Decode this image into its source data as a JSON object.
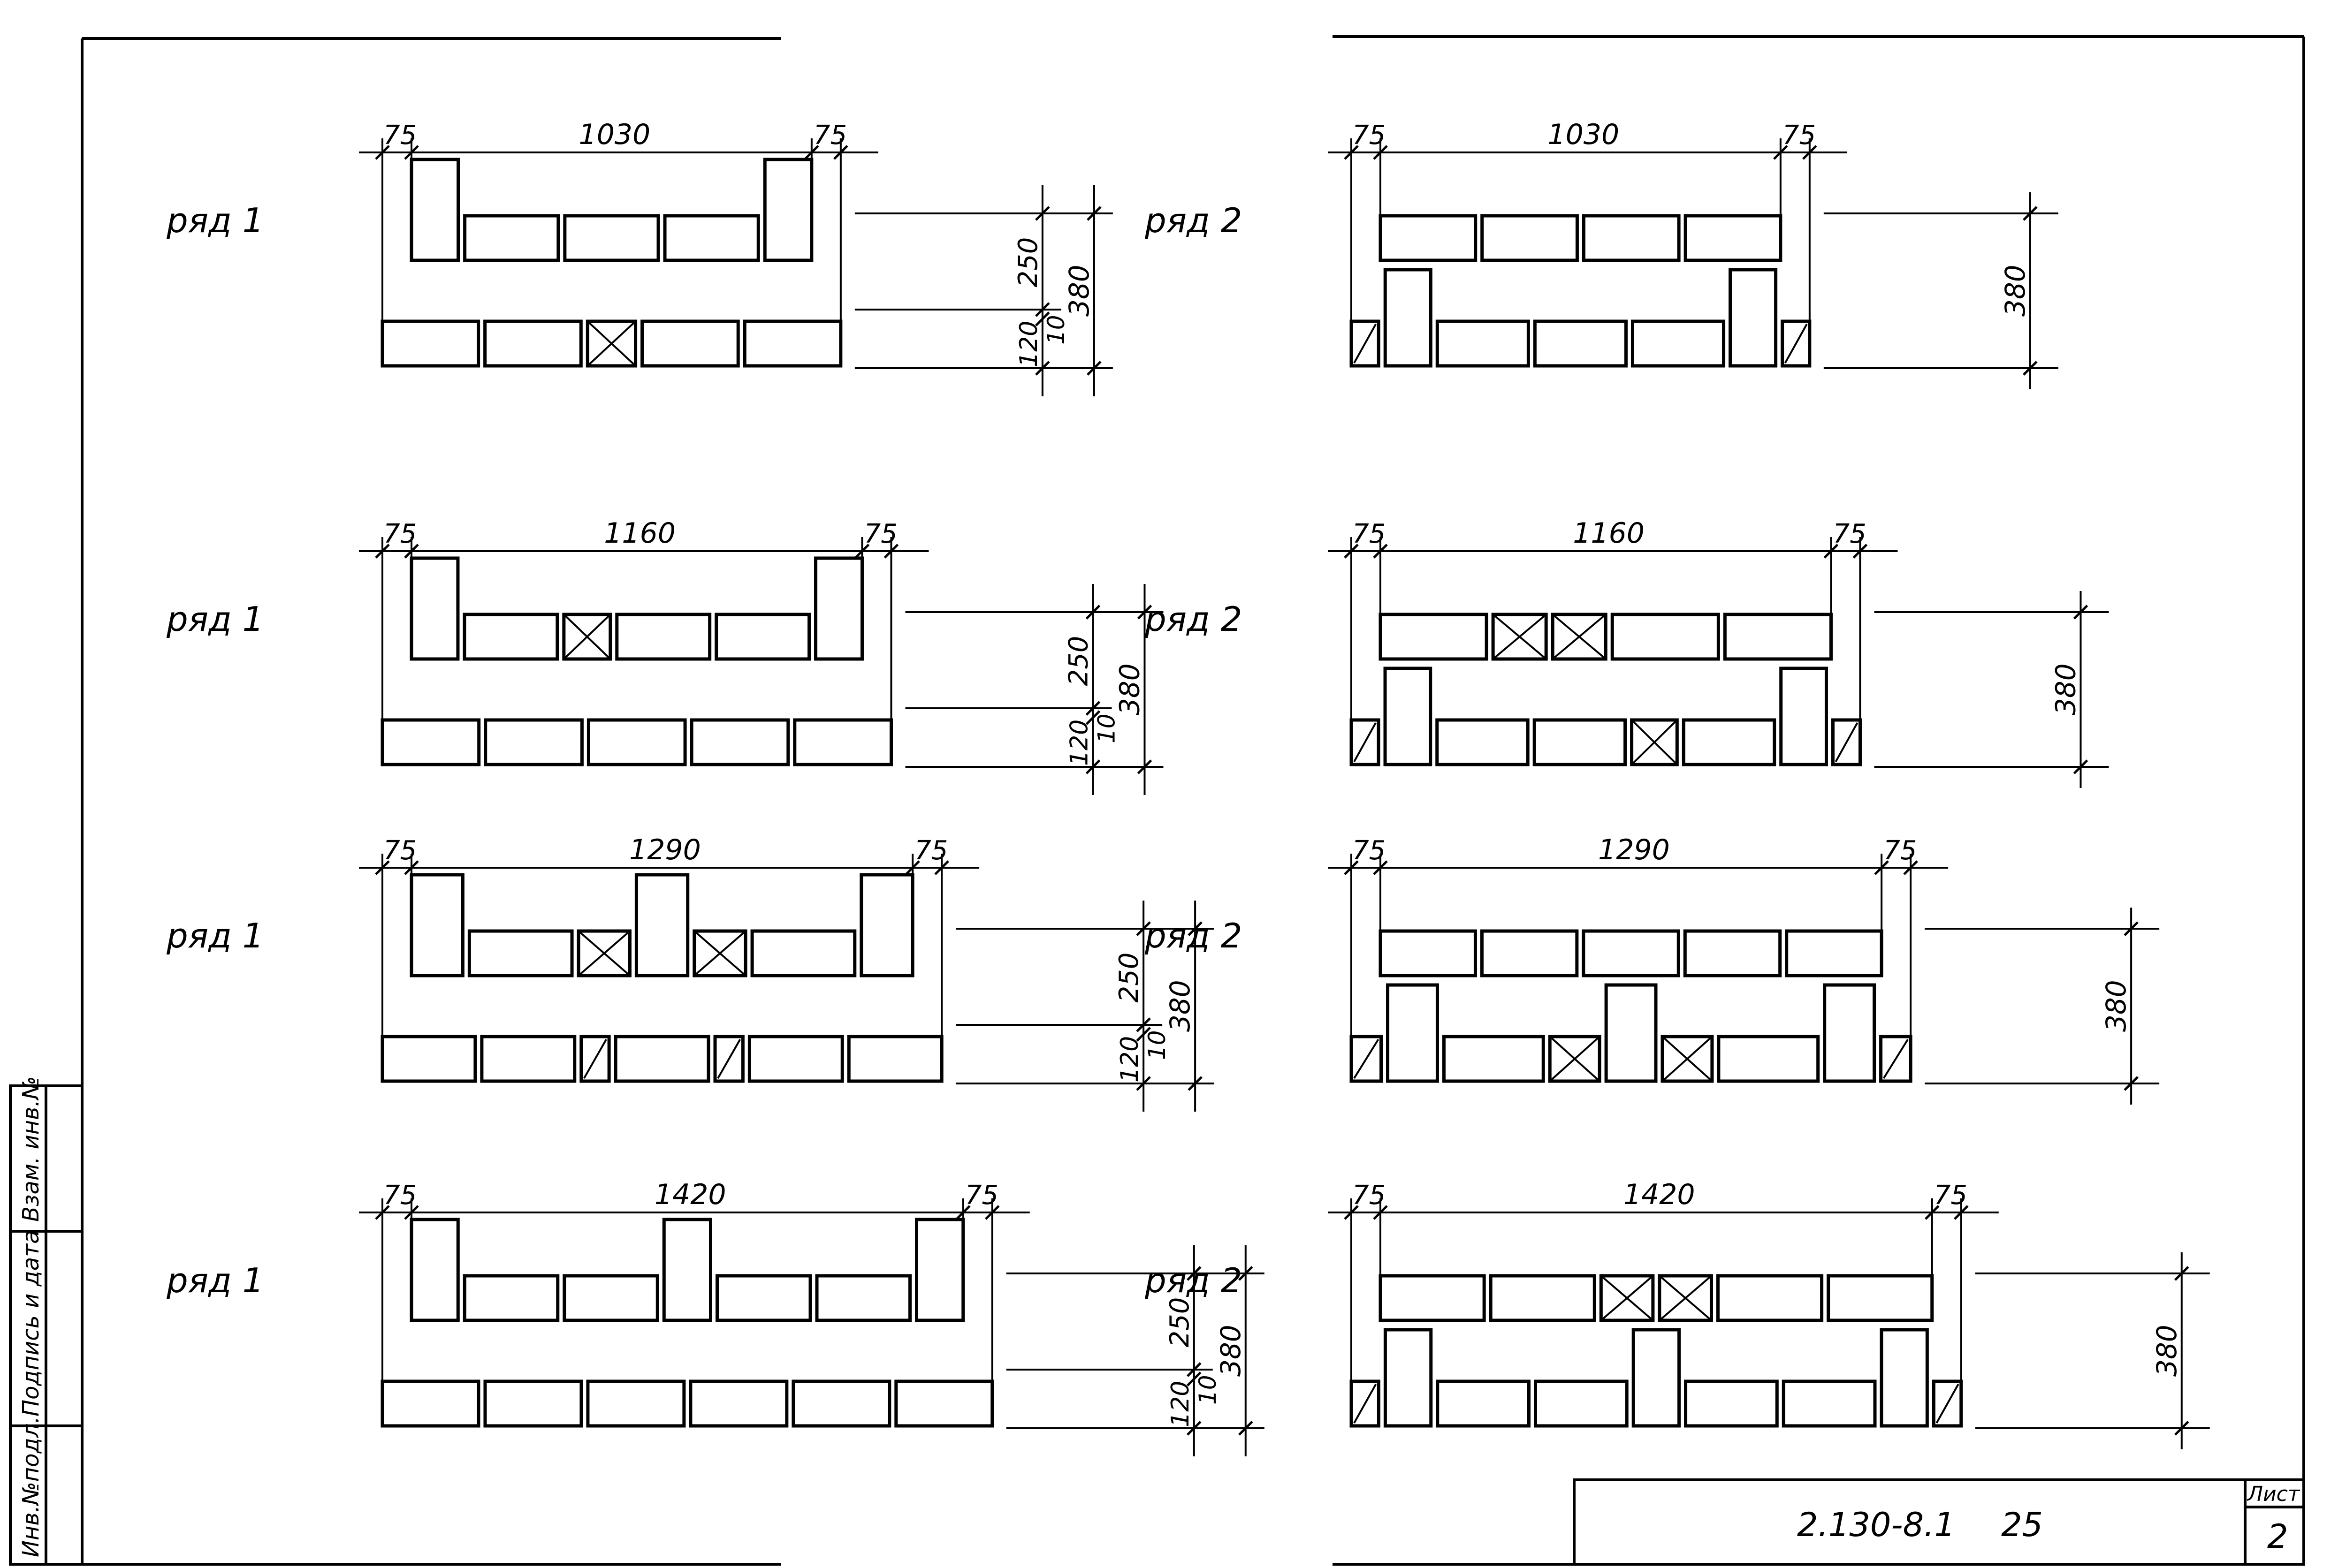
{
  "title_block": {
    "doc_number": "2.130-8.1",
    "doc_suffix": "25",
    "sheet_label": "Лист",
    "sheet_number": "2"
  },
  "side_stamp": {
    "cells": [
      "Инв.№подл.",
      "Подпись и дата",
      "Взам. инв.№"
    ]
  },
  "rows": [
    {
      "left": {
        "label": "ряд 1",
        "edge_left": "75",
        "width": "1030",
        "edge_right": "75",
        "dim_upper": "250",
        "dim_lower": "120",
        "dim_gap": "10",
        "dim_total": "380",
        "top_bricks": [
          "V",
          "H",
          "H",
          "H",
          "V"
        ],
        "bottom_bricks": [
          "H",
          "H",
          "X",
          "H",
          "H"
        ]
      },
      "right": {
        "label": "ряд 2",
        "edge_left": "75",
        "width": "1030",
        "edge_right": "75",
        "dim_total": "380",
        "top_bricks": [
          "H",
          "H",
          "H",
          "H"
        ],
        "bottom_bricks": [
          "D",
          "V",
          "H",
          "H",
          "H",
          "V",
          "D"
        ]
      }
    },
    {
      "left": {
        "label": "ряд 1",
        "edge_left": "75",
        "width": "1160",
        "edge_right": "75",
        "dim_upper": "250",
        "dim_lower": "120",
        "dim_gap": "10",
        "dim_total": "380",
        "top_bricks": [
          "V",
          "H",
          "X",
          "H",
          "H",
          "V"
        ],
        "bottom_bricks": [
          "H",
          "H",
          "H",
          "H",
          "H"
        ]
      },
      "right": {
        "label": "ряд 2",
        "edge_left": "75",
        "width": "1160",
        "edge_right": "75",
        "dim_total": "380",
        "top_bricks": [
          "H",
          "X",
          "X",
          "H",
          "H"
        ],
        "bottom_bricks": [
          "D",
          "V",
          "H",
          "H",
          "X",
          "H",
          "V",
          "D"
        ]
      }
    },
    {
      "left": {
        "label": "ряд 1",
        "edge_left": "75",
        "width": "1290",
        "edge_right": "75",
        "dim_upper": "250",
        "dim_lower": "120",
        "dim_gap": "10",
        "dim_total": "380",
        "top_bricks": [
          "V",
          "H",
          "X",
          "V",
          "X",
          "H",
          "V"
        ],
        "bottom_bricks": [
          "H",
          "H",
          "D",
          "H",
          "D",
          "H",
          "H"
        ]
      },
      "right": {
        "label": "ряд 2",
        "edge_left": "75",
        "width": "1290",
        "edge_right": "75",
        "dim_total": "380",
        "top_bricks": [
          "H",
          "H",
          "H",
          "H",
          "H"
        ],
        "bottom_bricks": [
          "D",
          "V",
          "H",
          "X",
          "V",
          "X",
          "H",
          "V",
          "D"
        ]
      }
    },
    {
      "left": {
        "label": "ряд 1",
        "edge_left": "75",
        "width": "1420",
        "edge_right": "75",
        "dim_upper": "250",
        "dim_lower": "120",
        "dim_gap": "10",
        "dim_total": "380",
        "top_bricks": [
          "V",
          "H",
          "H",
          "V",
          "H",
          "H",
          "V"
        ],
        "bottom_bricks": [
          "H",
          "H",
          "H",
          "H",
          "H",
          "H"
        ]
      },
      "right": {
        "label": "ряд 2",
        "edge_left": "75",
        "width": "1420",
        "edge_right": "75",
        "dim_total": "380",
        "top_bricks": [
          "H",
          "H",
          "X",
          "X",
          "H",
          "H"
        ],
        "bottom_bricks": [
          "D",
          "V",
          "H",
          "H",
          "V",
          "H",
          "H",
          "V",
          "D"
        ]
      }
    }
  ]
}
